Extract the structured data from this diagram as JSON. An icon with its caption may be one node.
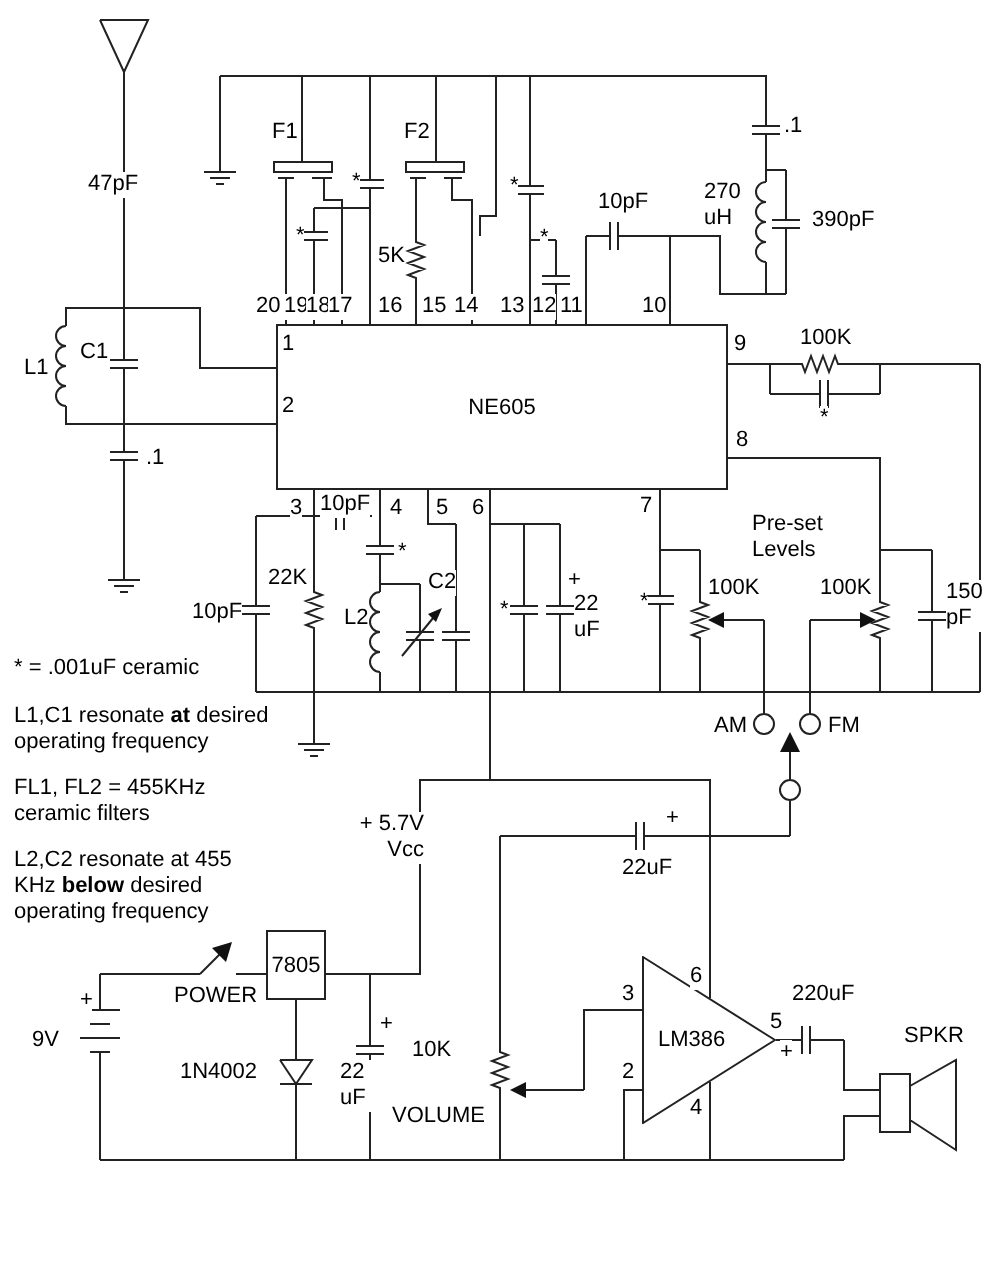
{
  "diagram": {
    "nodes": [
      {
        "text": [
          "NE605"
        ]
      },
      {
        "text": [
          "7805"
        ]
      },
      {
        "text": [
          "LM386"
        ]
      }
    ],
    "edges": [
      {
        "from": 1,
        "to": 0,
        "arrow": "none"
      },
      {
        "from": 1,
        "to": 2,
        "arrow": "none"
      }
    ],
    "labels": [
      "47pF",
      "F1",
      "F2",
      ".1",
      "*",
      "*",
      "5K",
      "*",
      "*",
      "10pF",
      "270 uH",
      "390pF",
      "20",
      "19",
      "18",
      "17",
      "16",
      "15",
      "14",
      "13",
      "12",
      "11",
      "10",
      "1",
      "2",
      "9",
      "100K",
      "*",
      "8",
      "L1",
      "C1",
      ".1",
      "3",
      "10pF",
      "4",
      "5",
      "6",
      "7",
      "Pre-set Levels",
      "*",
      "22K",
      "C2",
      "+",
      "22 uF",
      "*",
      "100K",
      "100K",
      "150 pF",
      "10pF",
      "L2",
      "*",
      "* = .001uF ceramic",
      "L1,C1 resonate **at** desired operating frequency",
      "AM",
      "FM",
      "FL1, FL2 = 455KHz ceramic filters",
      "+ 5.7V Vcc",
      "+",
      "22uF",
      "L2,C2 resonate at 455 KHz **below** desired operating frequency",
      "POWER",
      "+",
      "+",
      "9V",
      "10K",
      "1N4002",
      "22 uF",
      "VOLUME",
      "3",
      "6",
      "5",
      "220uF",
      "SPKR",
      "+",
      "2",
      "4"
    ]
  }
}
